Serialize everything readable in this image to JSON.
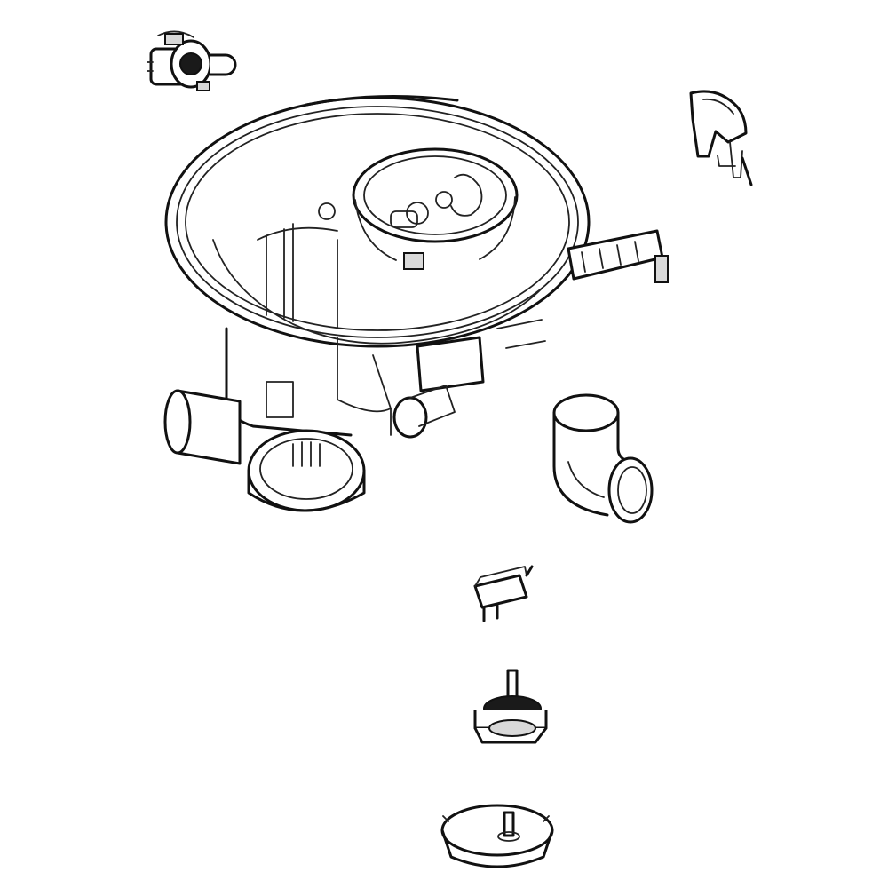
{
  "diagram": {
    "style": "exploded-view line drawing",
    "background": "#ffffff",
    "ink": "#111111",
    "parts": [
      {
        "id": "pressure-sensor",
        "icon": "sensor-icon"
      },
      {
        "id": "bracket-clip",
        "icon": "clip-icon"
      },
      {
        "id": "sump-assembly",
        "icon": "sump-icon"
      },
      {
        "id": "elbow-hose",
        "icon": "elbow-icon"
      },
      {
        "id": "small-connector",
        "icon": "connector-icon"
      },
      {
        "id": "motor-valve",
        "icon": "valve-icon"
      },
      {
        "id": "filter-cap",
        "icon": "cap-icon"
      }
    ]
  }
}
